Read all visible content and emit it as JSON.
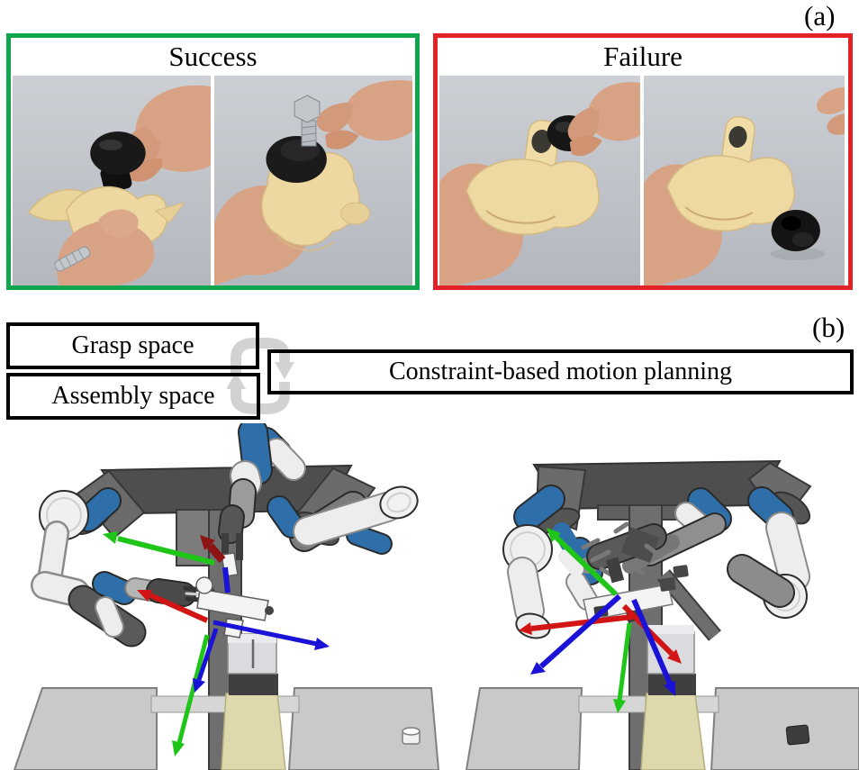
{
  "figure": {
    "label_a": "(a)",
    "label_b": "(b)"
  },
  "success_panel": {
    "title": "Success",
    "border_color": "#0FA64D"
  },
  "failure_panel": {
    "title": "Failure",
    "border_color": "#E32228"
  },
  "flow": {
    "grasp_label": "Grasp space",
    "assembly_label": "Assembly space",
    "planning_label": "Constraint-based motion planning",
    "cycle_icon_color": "#D2D2D2"
  },
  "colors": {
    "axis_red": "#D21414",
    "axis_dark_red": "#8E1414",
    "axis_green": "#1FC619",
    "axis_blue": "#1B12D8",
    "robot_blue": "#2E6FA9",
    "robot_gray": "#8C8C8C",
    "frame_dark": "#4E4E4E",
    "table_gray": "#C8C9CA",
    "strip_beige": "#DED8AD",
    "part_yellow": "#ECD8A0",
    "knob_black": "#1A1A1A",
    "hand_skin": "#D8A284",
    "photo_bg": "#C5C9CE"
  }
}
